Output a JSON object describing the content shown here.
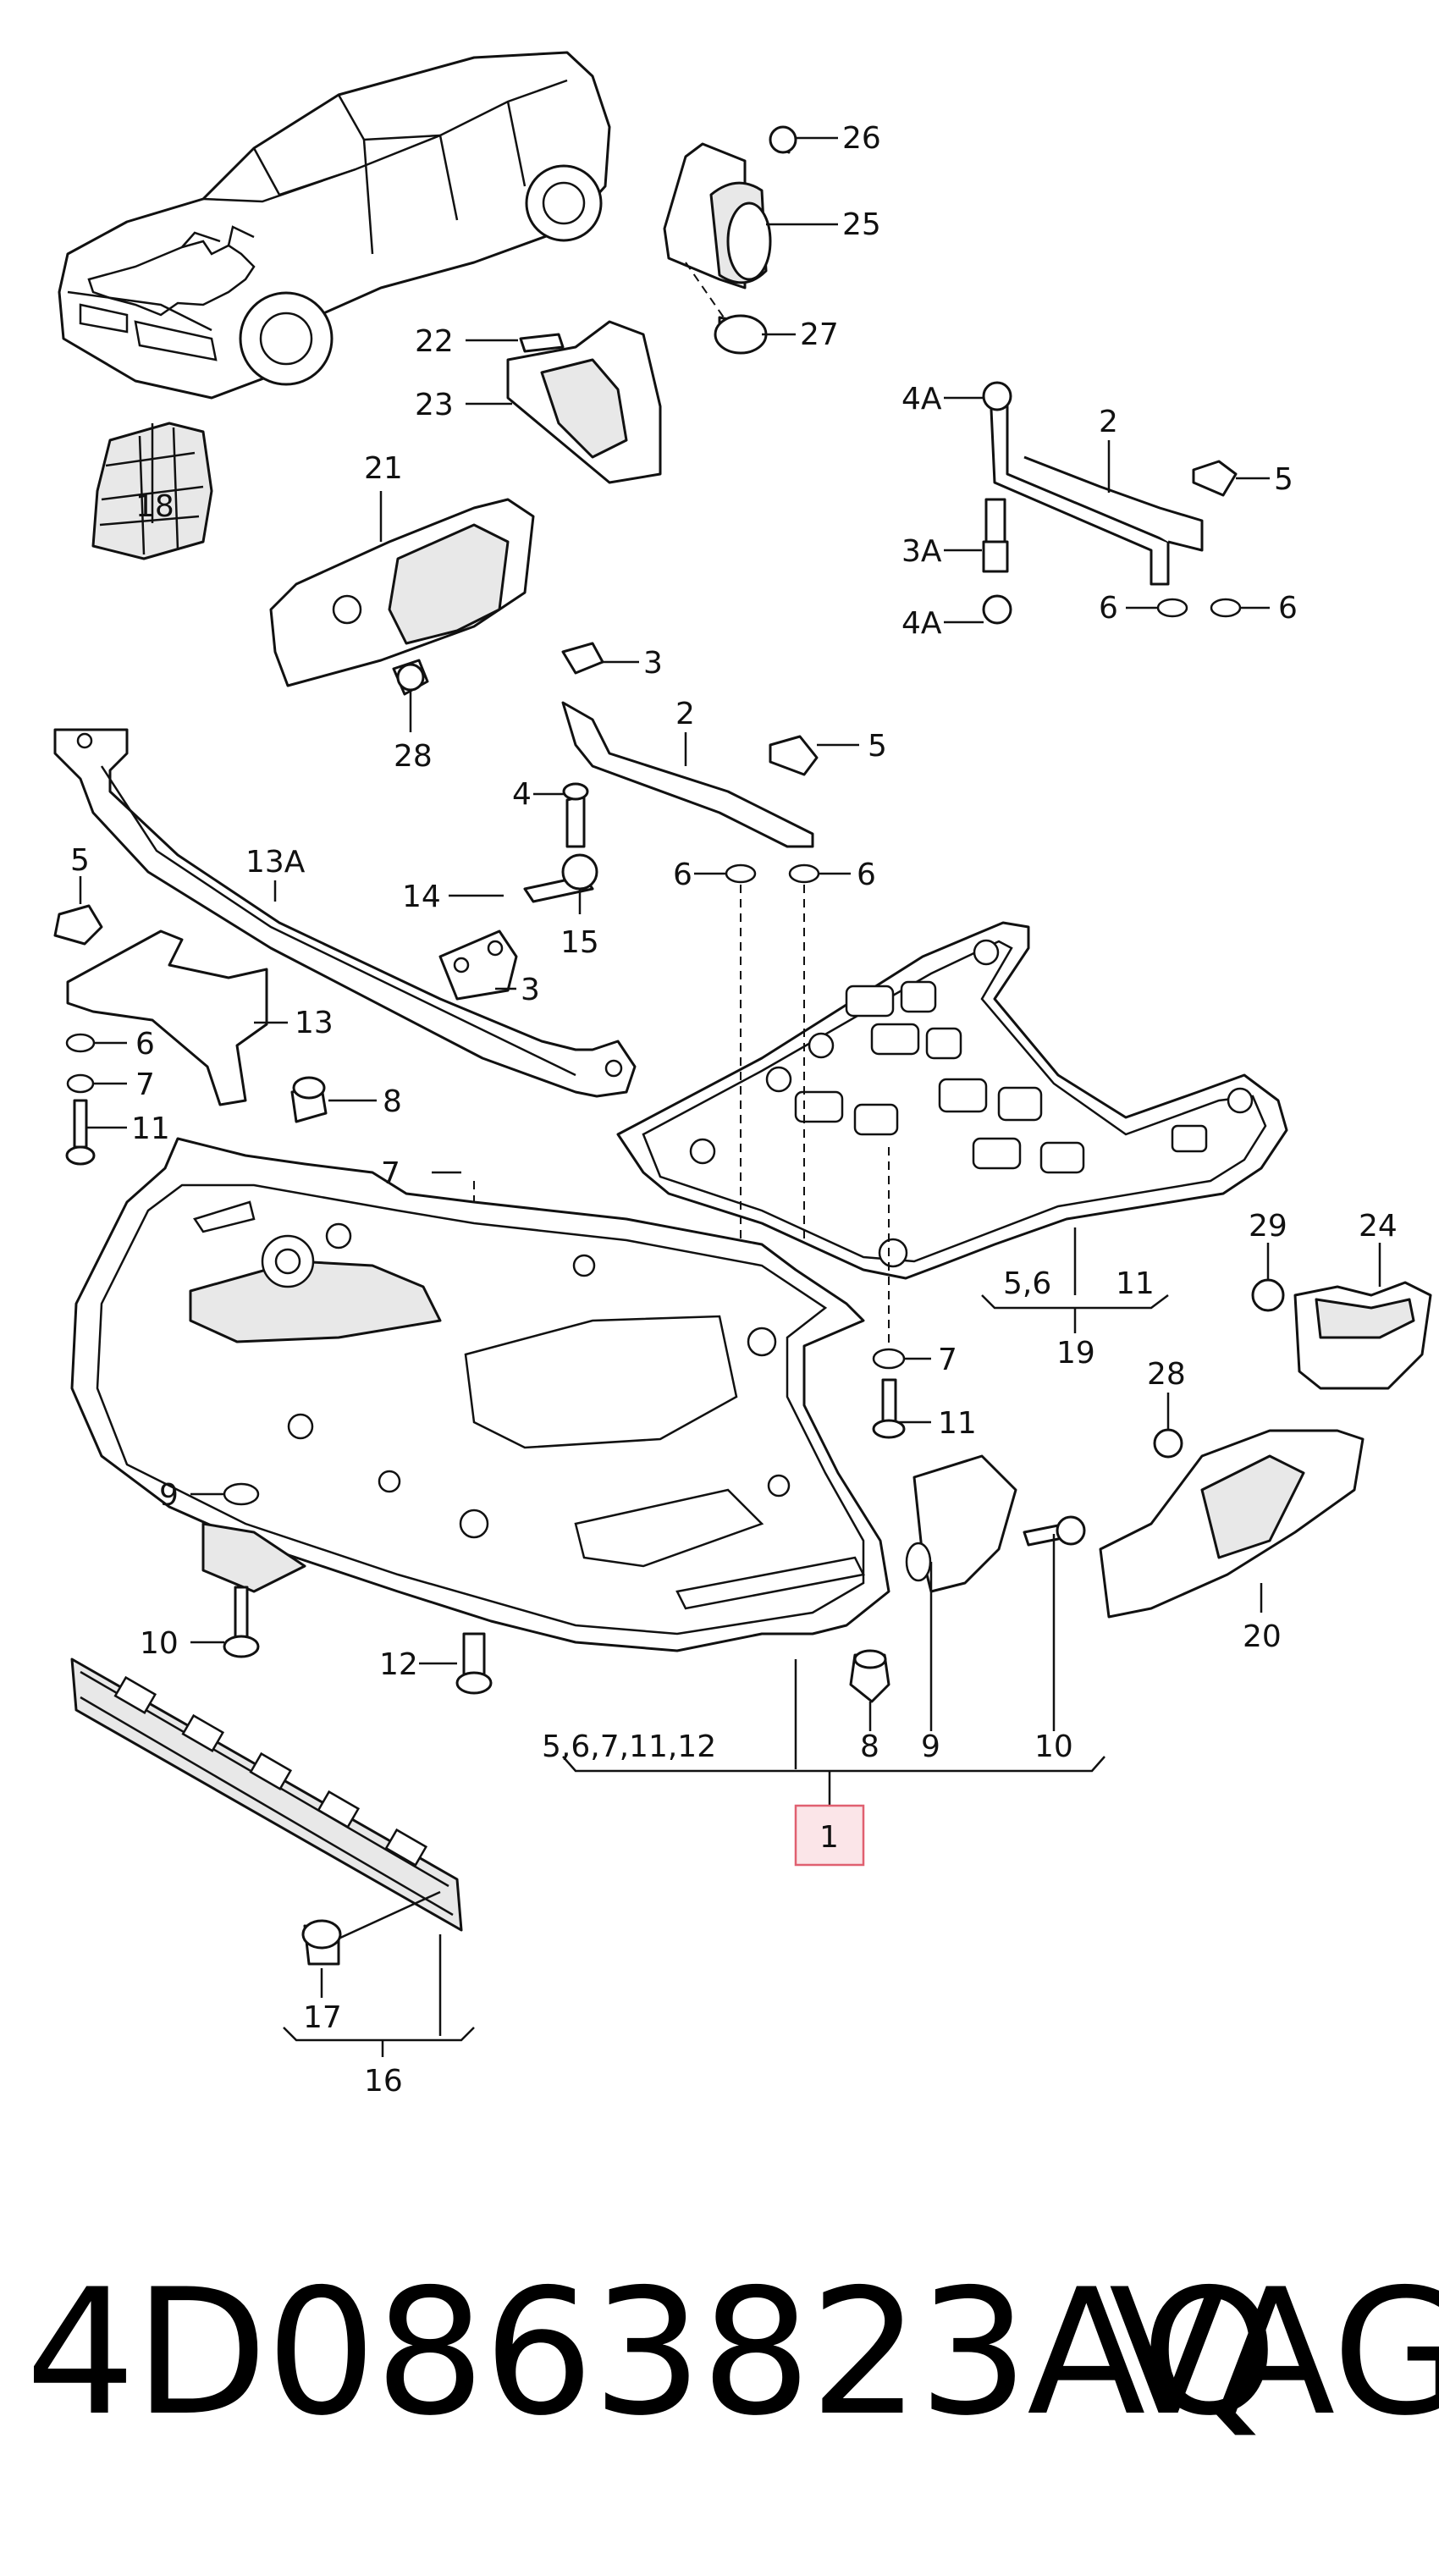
{
  "callouts": {
    "c26": "26",
    "c25": "25",
    "c27": "27",
    "c22": "22",
    "c23": "23",
    "c4A_top": "4A",
    "c2_top": "2",
    "c5_top": "5",
    "c3A": "3A",
    "c4A_bot": "4A",
    "c6_tl": "6",
    "c6_tr": "6",
    "c18": "18",
    "c21": "21",
    "c28_top": "28",
    "c3_mid": "3",
    "c2_mid": "2",
    "c5_mid": "5",
    "c4_mid": "4",
    "c6_ml": "6",
    "c6_mr": "6",
    "c13A": "13A",
    "c5_left": "5",
    "c14": "14",
    "c15": "15",
    "c3_low": "3",
    "c13": "13",
    "c6_left": "6",
    "c7_left": "7",
    "c11_left": "11",
    "c8_mid": "8",
    "c7_center": "7",
    "c19_sub_a": "5,6",
    "c19_sub_b": "11",
    "c19": "19",
    "c29": "29",
    "c24": "24",
    "c7_right": "7",
    "c11_right": "11",
    "c28_right": "28",
    "c9_left": "9",
    "c20": "20",
    "c10_left": "10",
    "c12": "12",
    "c1_sub": "5,6,7,11,12",
    "c8_bot": "8",
    "c9_bot": "9",
    "c10_bot": "10",
    "c1": "1",
    "c17": "17",
    "c16": "16"
  },
  "highlight_color": "#e06070",
  "part_number": "4D0863823AQ",
  "brand": "VAG"
}
